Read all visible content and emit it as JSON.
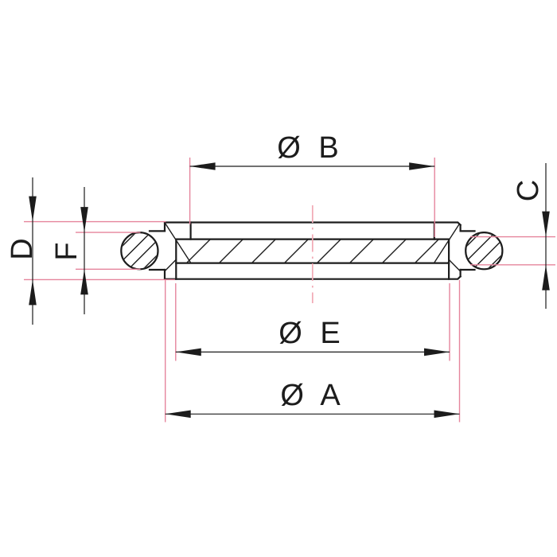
{
  "drawing": {
    "type": "technical-cross-section",
    "labels": {
      "dim_b": "Ø B",
      "dim_c": "C",
      "dim_d": "D",
      "dim_f": "F",
      "dim_e": "Ø E",
      "dim_a": "Ø A"
    },
    "colors": {
      "line": "#1c1c1c",
      "extension": "#e5849c",
      "centerline": "#f2a9b4",
      "background": "#ffffff"
    }
  }
}
